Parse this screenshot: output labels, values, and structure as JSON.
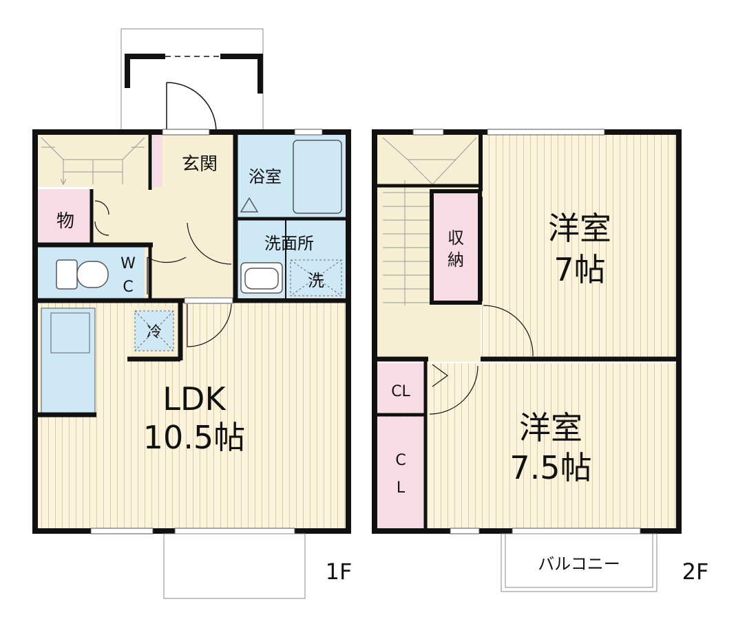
{
  "floors": [
    {
      "label": "1F",
      "rooms": {
        "entrance": "玄関",
        "bathroom": "浴室",
        "storage": "物",
        "washroom": "洗面所",
        "washer": "洗",
        "toilet_w": "W",
        "toilet_c": "C",
        "fridge": "冷",
        "ldk_name": "LDK",
        "ldk_size": "10.5帖"
      }
    },
    {
      "label": "2F",
      "rooms": {
        "storage_1": "収",
        "storage_2": "納",
        "west_room_a_name": "洋室",
        "west_room_a_size": "7帖",
        "closet_1": "CL",
        "west_room_b_name": "洋室",
        "west_room_b_size": "7.5帖",
        "closet_2_c": "C",
        "closet_2_l": "L",
        "balcony": "バルコニー"
      }
    }
  ],
  "colors": {
    "wall": "#111111",
    "floor_wood": "#fbf3dc",
    "floor_line": "#d9cfb4",
    "wet_area": "#cfe8f6",
    "storage": "#f7dbe5",
    "hall": "#f6efd4"
  }
}
